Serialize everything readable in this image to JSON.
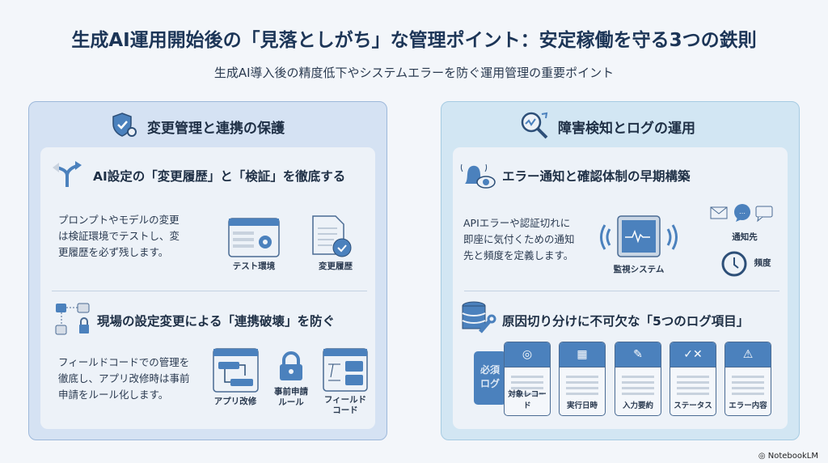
{
  "title": "生成AI運用開始後の「見落としがち」な管理ポイント：安定稼働を守る3つの鉄則",
  "subtitle": "生成AI導入後の精度低下やシステムエラーを防ぐ運用管理の重要ポイント",
  "left": {
    "header": "変更管理と連携の保護",
    "s1": {
      "heading": "AI設定の「変更履歴」と「検証」を徹底する",
      "body": [
        "プロンプトやモデルの変更",
        "は検証環境でテストし、変",
        "更履歴を必ず残します。"
      ],
      "icons": [
        "テスト環境",
        "変更履歴"
      ]
    },
    "s2": {
      "heading": "現場の設定変更による「連携破壊」を防ぐ",
      "body": [
        "フィールドコードでの管理を",
        "徹底し、アプリ改修時は事前",
        "申請をルール化します。"
      ],
      "icons": [
        "アプリ改修",
        "事前申請",
        "ルール",
        "フィールド",
        "コード"
      ]
    }
  },
  "right": {
    "header": "障害検知とログの運用",
    "s1": {
      "heading": "エラー通知と確認体制の早期構築",
      "body": [
        "APIエラーや認証切れに",
        "即座に気付くための通知",
        "先と頻度を定義します。"
      ],
      "monitor": "監視システム",
      "notify": "通知先",
      "freq": "頻度"
    },
    "s2": {
      "heading": "原因切り分けに不可欠な「5つのログ項目」",
      "must": [
        "必須",
        "ログ"
      ],
      "items": [
        "対象レコード",
        "実行日時",
        "入力要約",
        "ステータス",
        "エラー内容"
      ]
    }
  },
  "brand": "NotebookLM",
  "colors": {
    "accent": "#4b81bd",
    "title": "#1c3557"
  }
}
